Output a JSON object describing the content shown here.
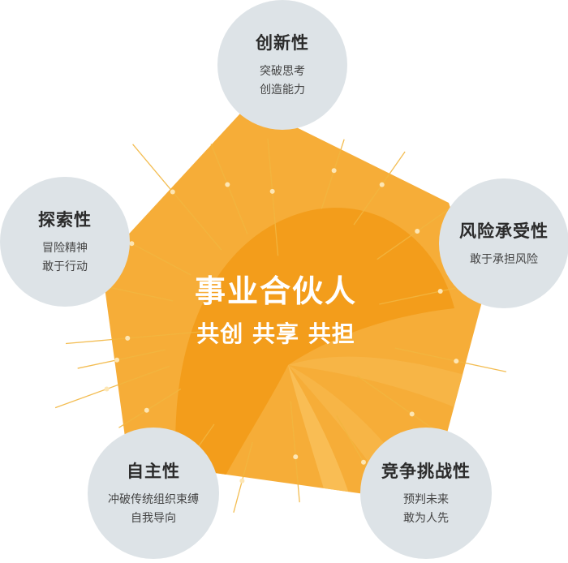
{
  "colors": {
    "pentagon": "#f6ad38",
    "pentagon_dark": "#f29a16",
    "circle": "#dde3e7",
    "ray": "#f2b640"
  },
  "center": {
    "title": "事业合伙人",
    "subtitle": "共创 共享 共担"
  },
  "traits": [
    {
      "title": "创新性",
      "lines": [
        "突破思考",
        "创造能力"
      ]
    },
    {
      "title": "风险承受性",
      "lines": [
        "敢于承担风险"
      ]
    },
    {
      "title": "竞争挑战性",
      "lines": [
        "预判未来",
        "敢为人先"
      ]
    },
    {
      "title": "自主性",
      "lines": [
        "冲破传统组织束缚",
        "自我导向"
      ]
    },
    {
      "title": "探索性",
      "lines": [
        "冒险精神",
        "敢于行动"
      ]
    }
  ]
}
